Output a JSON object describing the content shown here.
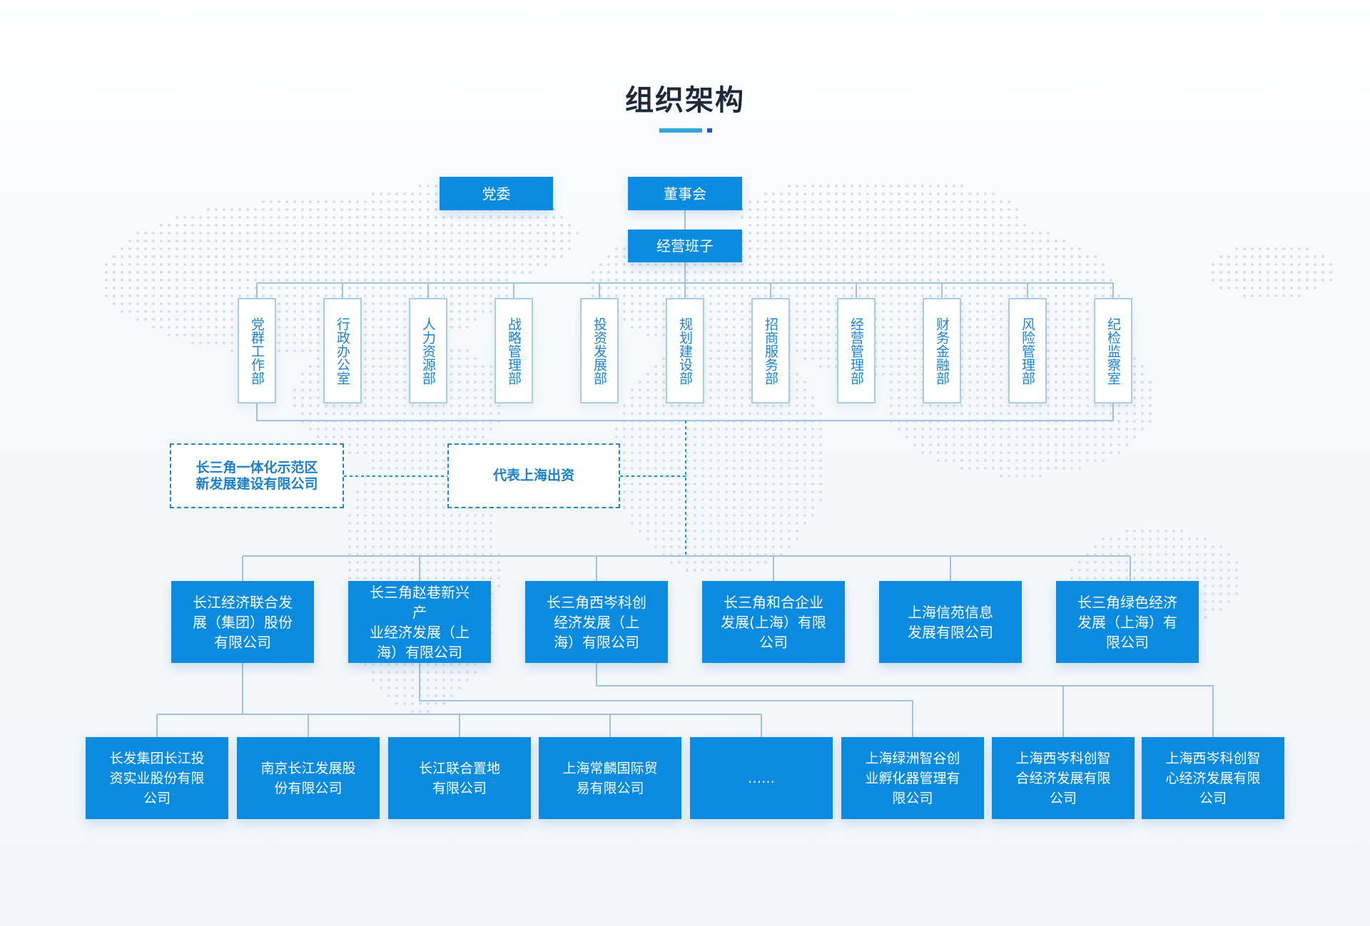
{
  "title": "组织架构",
  "colors": {
    "primary": "#0a8be0",
    "dept_border": "#a9cde9",
    "line": "#9ec3e0",
    "dashed_line": "#1f9bb0",
    "title": "#1e2a38"
  },
  "top": {
    "party": "党委",
    "board": "董事会",
    "management": "经营班子"
  },
  "departments": [
    "党群工作部",
    "行政办公室",
    "人力资源部",
    "战略管理部",
    "投资发展部",
    "规划建设部",
    "招商服务部",
    "经营管理部",
    "财务金融部",
    "风险管理部",
    "纪检监察室"
  ],
  "investment": {
    "company": "长三角一体化示范区\n新发展建设有限公司",
    "label": "代表上海出资"
  },
  "subsidiaries": [
    "长江经济联合发展（集团）股份有限公司",
    "长三角赵巷新兴产业经济发展（上海）有限公司",
    "长三角西岑科创经济发展（上海）有限公司",
    "长三角和合企业发展(上海）有限公司",
    "上海信苑信息发展有限公司",
    "长三角绿色经济发展（上海）有限公司"
  ],
  "subsidiaries_lines": [
    "长江经济联合发\n展（集团）股份\n有限公司",
    "长三角赵巷新兴产\n业经济发展（上\n海）有限公司",
    "长三角西岑科创\n经济发展（上\n海）有限公司",
    "长三角和合企业\n发展(上海）有限\n公司",
    "上海信苑信息\n发展有限公司",
    "长三角绿色经济\n发展（上海）有\n限公司"
  ],
  "affiliates": [
    "长发集团长江投\n资实业股份有限\n公司",
    "南京长江发展股\n份有限公司",
    "长江联合置地\n有限公司",
    "上海常麟国际贸\n易有限公司",
    "……",
    "上海绿洲智谷创\n业孵化器管理有\n限公司",
    "上海西岑科创智\n合经济发展有限\n公司",
    "上海西岑科创智\n心经济发展有限\n公司"
  ]
}
